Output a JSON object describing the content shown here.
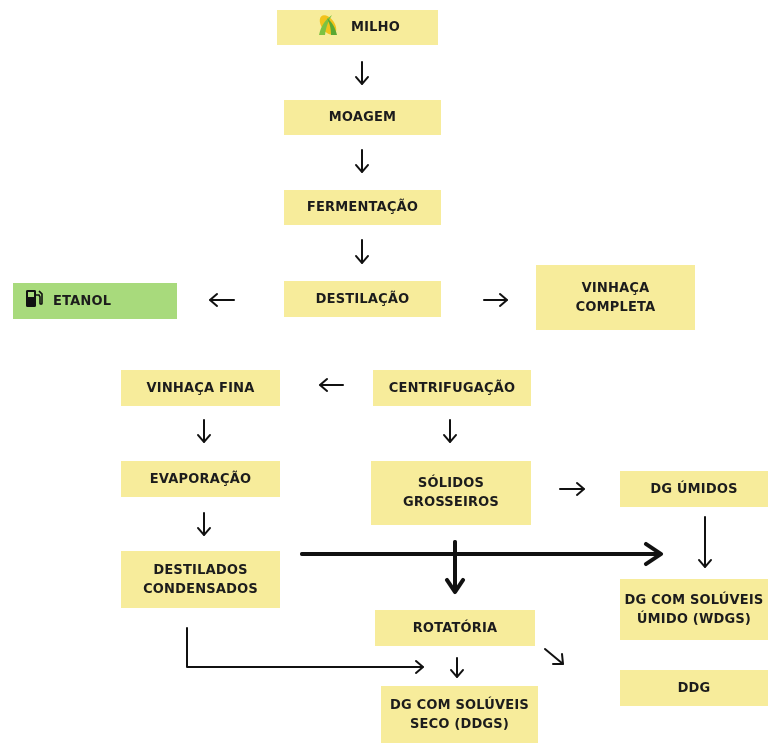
{
  "nodes": {
    "milho": "MILHO",
    "moagem": "MOAGEM",
    "fermentacao": "FERMENTAÇÃO",
    "destilacao": "DESTILAÇÃO",
    "etanol": "ETANOL",
    "vinhaca_completa": "VINHAÇA\nCOMPLETA",
    "centrifugacao": "CENTRIFUGAÇÃO",
    "vinhaca_fina": "VINHAÇA FINA",
    "evaporacao": "EVAPORAÇÃO",
    "destilados_condensados": "DESTILADOS\nCONDENSADOS",
    "solidos_grosseiros": "SÓLIDOS\nGROSSEIROS",
    "dg_umidos": "DG ÚMIDOS",
    "wdgs": "DG COM SOLÚVEIS\nÚMIDO (WDGS)",
    "rotatoria": "ROTATÓRIA",
    "ddgs": "DG COM SOLÚVEIS\nSECO (DDGS)",
    "ddg": "DDG"
  },
  "icons": {
    "milho": "corn-icon",
    "etanol": "fuel-pump-icon"
  },
  "colors": {
    "box": "#f7ec9b",
    "etanol_box": "#a8da7c",
    "arrow": "#111111"
  }
}
